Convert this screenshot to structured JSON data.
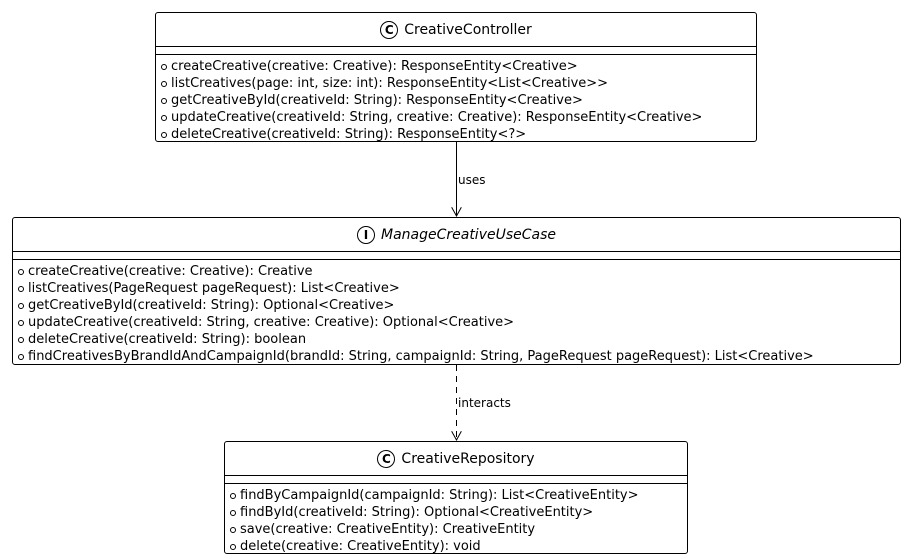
{
  "diagram": {
    "classes": [
      {
        "id": "controller",
        "stereotype": "C",
        "name": "CreativeController",
        "italic": false,
        "methods": [
          "createCreative(creative: Creative): ResponseEntity<Creative>",
          "listCreatives(page: int, size: int): ResponseEntity<List<Creative>>",
          "getCreativeById(creativeId: String): ResponseEntity<Creative>",
          "updateCreative(creativeId: String, creative: Creative): ResponseEntity<Creative>",
          "deleteCreative(creativeId: String): ResponseEntity<?>"
        ]
      },
      {
        "id": "usecase",
        "stereotype": "I",
        "name": "ManageCreativeUseCase",
        "italic": true,
        "methods": [
          "createCreative(creative: Creative): Creative",
          "listCreatives(PageRequest pageRequest): List<Creative>",
          "getCreativeById(creativeId: String): Optional<Creative>",
          "updateCreative(creativeId: String, creative: Creative): Optional<Creative>",
          "deleteCreative(creativeId: String): boolean",
          "findCreativesByBrandIdAndCampaignId(brandId: String, campaignId: String, PageRequest pageRequest): List<Creative>"
        ]
      },
      {
        "id": "repository",
        "stereotype": "C",
        "name": "CreativeRepository",
        "italic": false,
        "methods": [
          "findByCampaignId(campaignId: String): List<CreativeEntity>",
          "findById(creativeId: String): Optional<CreativeEntity>",
          "save(creative: CreativeEntity): CreativeEntity",
          "delete(creative: CreativeEntity): void"
        ]
      }
    ],
    "edges": [
      {
        "from": "controller",
        "to": "usecase",
        "label": "uses",
        "style": "solid"
      },
      {
        "from": "usecase",
        "to": "repository",
        "label": "interacts",
        "style": "dashed"
      }
    ]
  }
}
